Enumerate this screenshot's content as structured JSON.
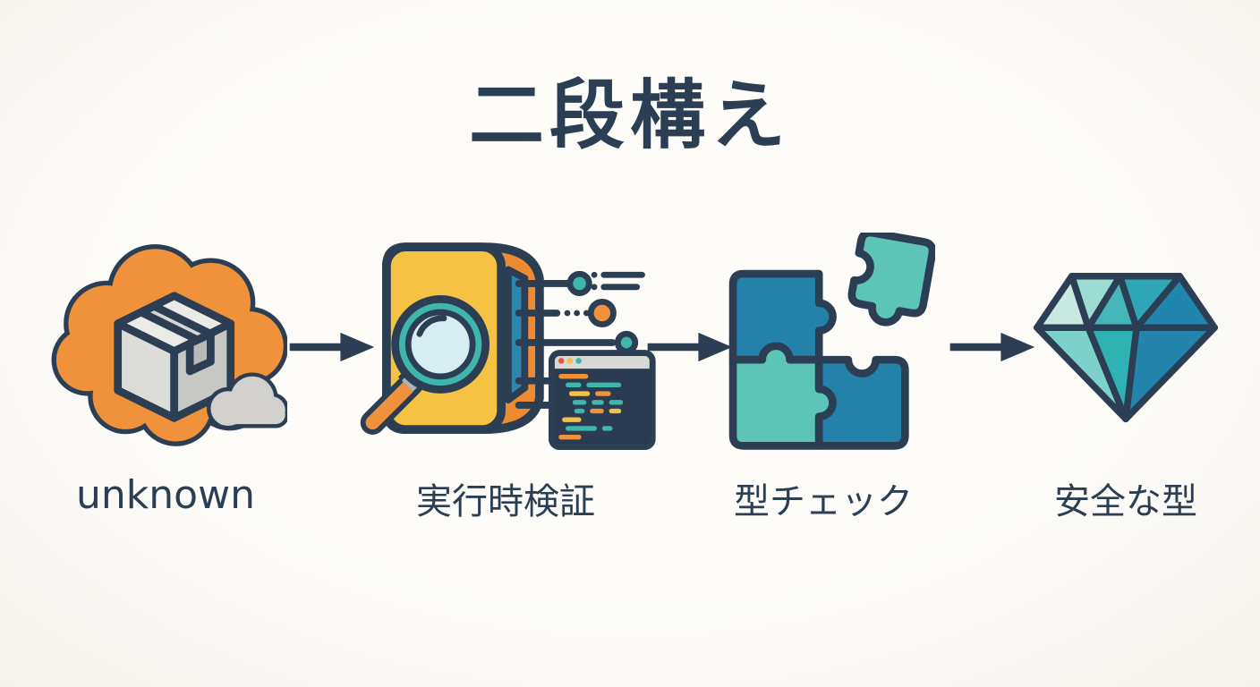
{
  "title": "二段構え",
  "stages": [
    {
      "label": "unknown",
      "icon": "package-cloud"
    },
    {
      "label": "実行時検証",
      "icon": "magnifier-scanner"
    },
    {
      "label": "型チェック",
      "icon": "puzzle-pieces"
    },
    {
      "label": "安全な型",
      "icon": "diamond-gem"
    }
  ],
  "colors": {
    "ink": "#2C3E53",
    "orange": "#F0913B",
    "yellow": "#F5C243",
    "teal": "#3FB5AC",
    "light_teal": "#5CC5B5",
    "blue": "#2481A9",
    "pale_blue": "#D8EDF2",
    "pale_mint": "#C9E8DF",
    "gray": "#D2D1CE",
    "code_background": "#2C3C50",
    "background": "#FBFAF6"
  }
}
